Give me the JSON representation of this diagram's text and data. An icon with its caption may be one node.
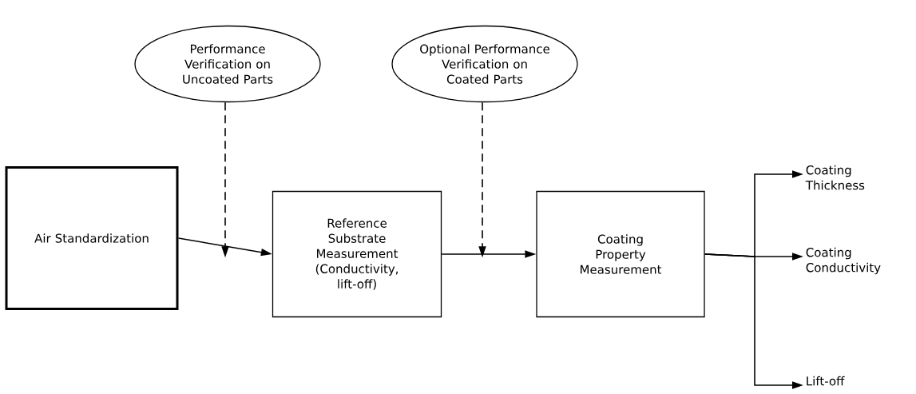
{
  "diagram": {
    "nodes": [
      {
        "text": [
          "Performance Verification on Uncoated Parts"
        ]
      },
      {
        "text": [
          "Optional Performance Verification on Coated Parts"
        ]
      },
      {
        "text": [
          "Air Standardization"
        ]
      },
      {
        "text": [
          "Reference Substrate Measurement (Conductivity, lift-off)"
        ]
      },
      {
        "text": [
          "Coating Property Measurement"
        ]
      },
      {
        "text": [
          "Coating Thickness"
        ]
      },
      {
        "text": [
          "Coating Conductivity"
        ]
      },
      {
        "text": [
          "Lift-off"
        ]
      }
    ],
    "edges": [
      {
        "from": 2,
        "to": 3,
        "arrow": "to"
      },
      {
        "from": 3,
        "to": 4,
        "arrow": "to"
      },
      {
        "from": 4,
        "to": 5,
        "arrow": "to"
      },
      {
        "from": 4,
        "to": 6,
        "arrow": "to"
      },
      {
        "from": 4,
        "to": 7,
        "arrow": "to"
      },
      {
        "from": 0,
        "to": null,
        "arrow": "to",
        "style": "dashed"
      },
      {
        "from": 1,
        "to": null,
        "arrow": "to",
        "style": "dashed"
      }
    ]
  }
}
